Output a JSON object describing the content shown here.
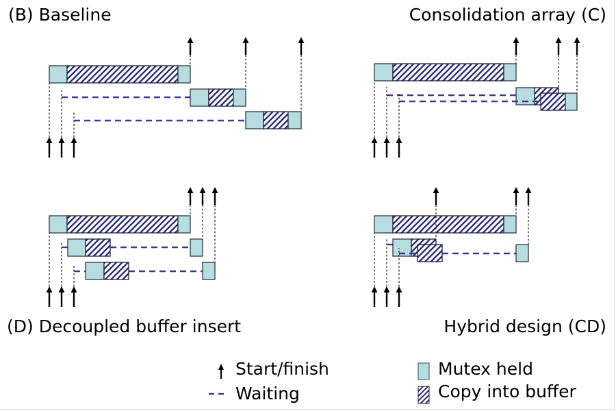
{
  "colors": {
    "mutex_fill": "#b8dde0",
    "hatch_line": "#2a2a6e",
    "waiting_line": "#3a3a8c",
    "arrow": "#000000"
  },
  "panels": [
    {
      "id": "baseline",
      "title": "(B) Baseline",
      "title_align": "left",
      "threads": [
        {
          "start": 0,
          "wait_until": null,
          "segments": [
            {
              "kind": "mutex",
              "from": 0,
              "to": 26
            },
            {
              "kind": "copy",
              "from": 26,
              "to": 188
            },
            {
              "kind": "mutex",
              "from": 188,
              "to": 206
            }
          ],
          "finish": 206
        },
        {
          "start": 18,
          "wait_until": 206,
          "segments": [
            {
              "kind": "mutex",
              "from": 206,
              "to": 233
            },
            {
              "kind": "copy",
              "from": 233,
              "to": 269
            },
            {
              "kind": "mutex",
              "from": 269,
              "to": 287
            }
          ],
          "finish": 287
        },
        {
          "start": 36,
          "wait_until": 287,
          "segments": [
            {
              "kind": "mutex",
              "from": 287,
              "to": 313
            },
            {
              "kind": "copy",
              "from": 313,
              "to": 349
            },
            {
              "kind": "mutex",
              "from": 349,
              "to": 368
            }
          ],
          "finish": 368
        }
      ]
    },
    {
      "id": "consolidation",
      "title": "Consolidation array (C)",
      "title_align": "right",
      "threads": [
        {
          "start": 0,
          "segments": [
            {
              "kind": "mutex",
              "from": 0,
              "to": 27
            },
            {
              "kind": "copy",
              "from": 27,
              "to": 189
            },
            {
              "kind": "mutex",
              "from": 189,
              "to": 207
            }
          ],
          "finish": 207
        },
        {
          "start": 18,
          "wait_until": 207,
          "segments": [
            {
              "kind": "mutex",
              "from": 207,
              "to": 234
            },
            {
              "kind": "copy",
              "from": 234,
              "to": 269
            }
          ],
          "finish": 269
        },
        {
          "start": 36,
          "wait_until": 243,
          "segments": [
            {
              "kind": "copy",
              "from": 243,
              "to": 279
            },
            {
              "kind": "mutex",
              "from": 279,
              "to": 296
            }
          ],
          "finish": 296
        }
      ]
    },
    {
      "id": "decoupled",
      "title": "(D) Decoupled buffer insert",
      "title_align": "left",
      "threads": [
        {
          "start": 0,
          "segments": [
            {
              "kind": "mutex",
              "from": 0,
              "to": 26
            },
            {
              "kind": "copy",
              "from": 26,
              "to": 188
            },
            {
              "kind": "mutex",
              "from": 188,
              "to": 206
            }
          ],
          "finish": 206
        },
        {
          "start": 18,
          "wait_until": 27,
          "segments": [
            {
              "kind": "mutex",
              "from": 27,
              "to": 53
            },
            {
              "kind": "copy",
              "from": 53,
              "to": 89
            },
            {
              "kind": "wait",
              "from": 89,
              "to": 206
            },
            {
              "kind": "mutex",
              "from": 206,
              "to": 224
            }
          ],
          "finish": 224
        },
        {
          "start": 36,
          "wait_until": 53,
          "segments": [
            {
              "kind": "mutex",
              "from": 53,
              "to": 80
            },
            {
              "kind": "copy",
              "from": 80,
              "to": 116
            },
            {
              "kind": "wait",
              "from": 116,
              "to": 224
            },
            {
              "kind": "mutex",
              "from": 224,
              "to": 242
            }
          ],
          "finish": 242
        }
      ]
    },
    {
      "id": "hybrid",
      "title": "Hybrid design (CD)",
      "title_align": "right",
      "threads": [
        {
          "start": 0,
          "segments": [
            {
              "kind": "mutex",
              "from": 0,
              "to": 27
            },
            {
              "kind": "copy",
              "from": 27,
              "to": 189
            },
            {
              "kind": "mutex",
              "from": 189,
              "to": 207
            }
          ],
          "finish": 207
        },
        {
          "start": 18,
          "wait_until": 27,
          "segments": [
            {
              "kind": "mutex",
              "from": 27,
              "to": 54
            },
            {
              "kind": "copy",
              "from": 54,
              "to": 90
            }
          ],
          "finish": 90
        },
        {
          "start": 36,
          "wait_until": 63,
          "segments": [
            {
              "kind": "copy",
              "from": 63,
              "to": 99
            },
            {
              "kind": "wait",
              "from": 99,
              "to": 207
            },
            {
              "kind": "mutex",
              "from": 207,
              "to": 225
            }
          ],
          "finish": 225
        }
      ]
    }
  ],
  "legend": {
    "items": [
      {
        "icon": "up-arrow-icon",
        "label": "Start/finish"
      },
      {
        "icon": "dashed-line-icon",
        "label": "Waiting"
      },
      {
        "icon": "mutex-box-icon",
        "label": "Mutex held"
      },
      {
        "icon": "hatched-box-icon",
        "label": "Copy into buffer"
      }
    ]
  }
}
